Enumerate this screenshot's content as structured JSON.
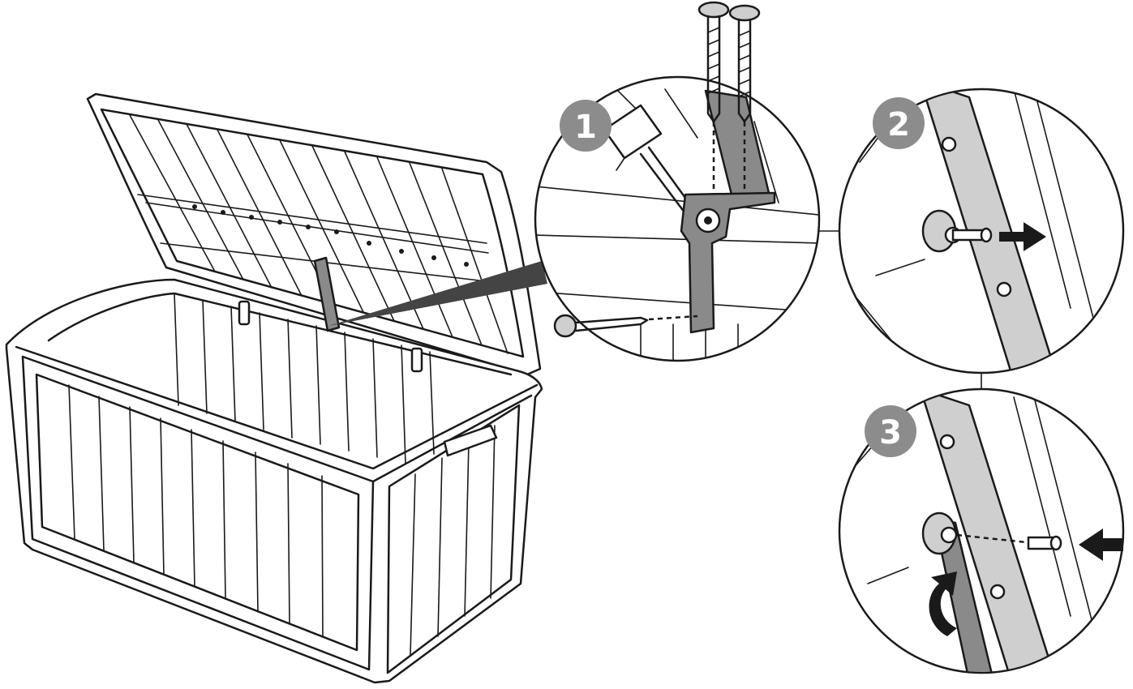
{
  "steps": [
    {
      "label": "1"
    },
    {
      "label": "2"
    },
    {
      "label": "3"
    }
  ],
  "colors": {
    "step_badge": "#8c8c8c",
    "part_dark": "#8a8a8a",
    "part_light": "#cfcfcf",
    "line": "#1a1a1a"
  },
  "icons": [
    "storage-box",
    "lid-gas-strut",
    "screw",
    "pin",
    "screwdriver",
    "push-arrow",
    "pull-arrow",
    "rotate-arrow"
  ]
}
